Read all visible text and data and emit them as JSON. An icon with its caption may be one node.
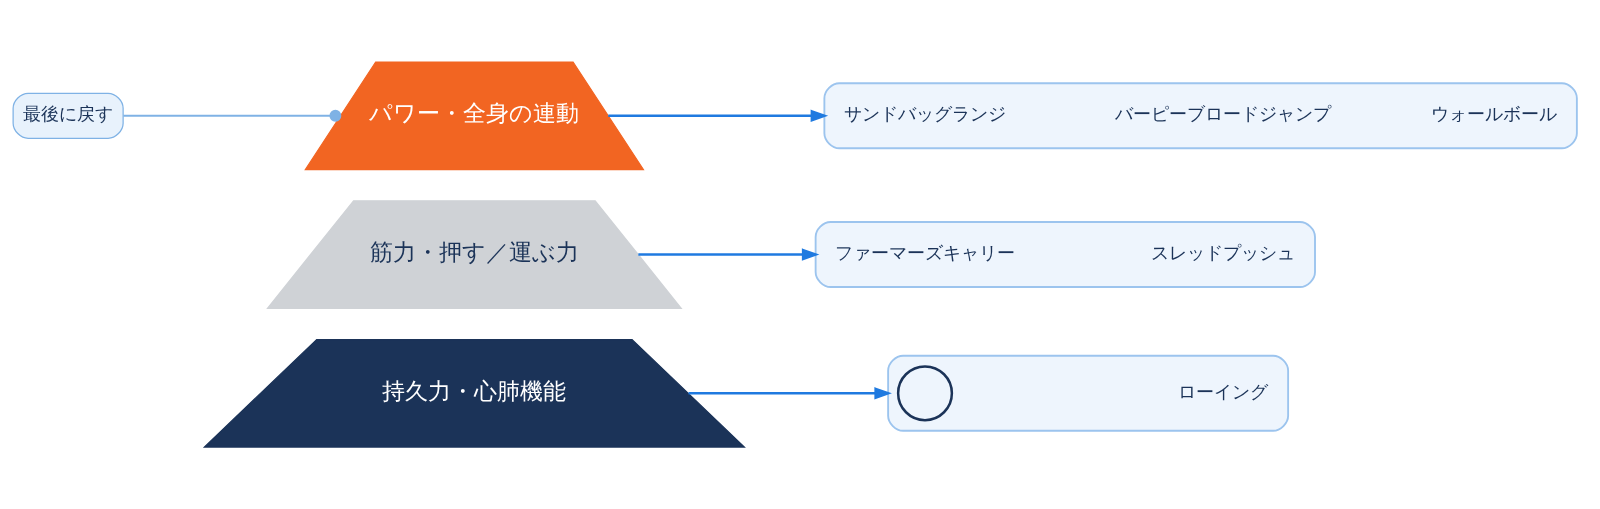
{
  "diagram": {
    "nodes": [
      {
        "text": [
          "最後に戻す"
        ]
      },
      {
        "text": [
          "パワー・全身の連動"
        ]
      },
      {
        "text": [
          "筋力・押す／運ぶ力"
        ]
      },
      {
        "text": [
          "持久力・心肺機能"
        ]
      },
      {
        "text": [],
        "shape": "box"
      },
      {
        "text": [
          "サンドバッグランジ"
        ],
        "in": 4
      },
      {
        "text": [
          "バーピーブロードジャンプ"
        ],
        "in": 4
      },
      {
        "text": [
          "ウォールボール"
        ],
        "in": 4
      },
      {
        "text": [],
        "shape": "box"
      },
      {
        "text": [
          "ファーマーズキャリー"
        ],
        "in": 8
      },
      {
        "text": [
          "スレッドプッシュ"
        ],
        "in": 8
      },
      {
        "text": [],
        "shape": "box"
      },
      {
        "text": [],
        "shape": "person",
        "in": 11
      },
      {
        "text": [
          "ローイング"
        ],
        "in": 11
      }
    ],
    "edges": [
      {
        "from": 0,
        "to": 1,
        "arrow": "other",
        "color": "#7fb2e5"
      },
      {
        "from": 1,
        "to": 4,
        "arrow": "to"
      },
      {
        "from": 2,
        "to": 8,
        "arrow": "to"
      },
      {
        "from": 3,
        "to": 11,
        "arrow": "to"
      }
    ]
  }
}
